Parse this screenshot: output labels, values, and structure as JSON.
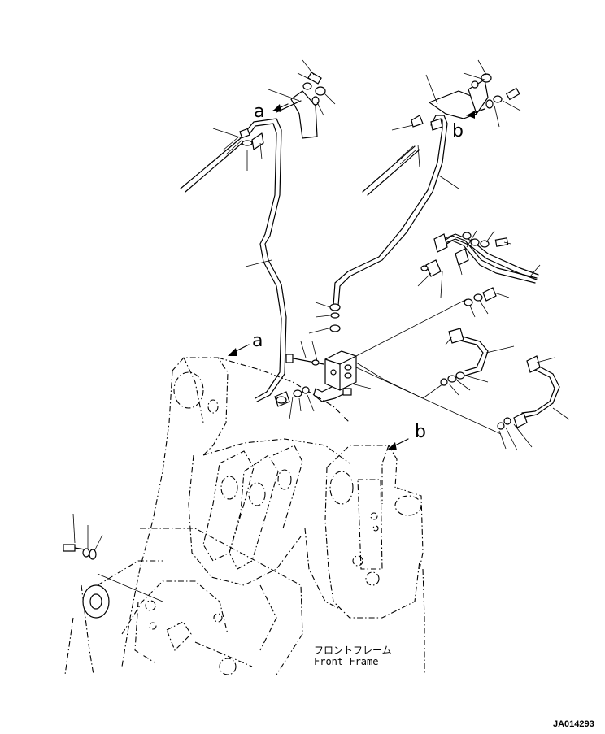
{
  "callouts": {
    "a_top": "a",
    "b_top": "b",
    "a_frame": "a",
    "b_frame": "b"
  },
  "caption": {
    "japanese": "フロントフレーム",
    "english": "Front Frame"
  },
  "drawing_code": "JA014293"
}
